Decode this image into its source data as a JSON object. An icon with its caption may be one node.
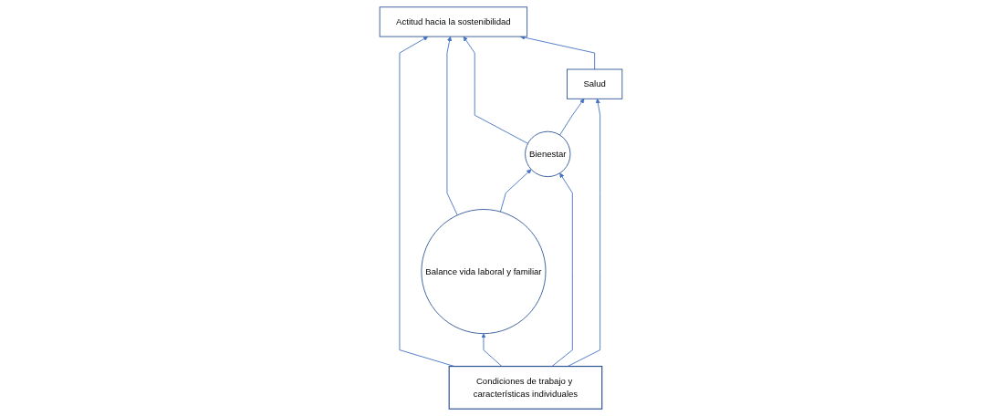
{
  "diagram": {
    "nodes": [
      {
        "text": [
          "Actitud hacia la sostenibilidad"
        ]
      },
      {
        "text": [
          "Balance vida laboral y familiar"
        ]
      },
      {
        "text": [
          "Bienestar"
        ]
      },
      {
        "text": [
          "Salud"
        ]
      },
      {
        "text": [
          "Condiciones de trabajo y características individuales"
        ]
      }
    ],
    "edges": [
      {
        "from": 4,
        "to": 0,
        "arrow": "to"
      },
      {
        "from": 1,
        "to": 0,
        "arrow": "to"
      },
      {
        "from": 2,
        "to": 0,
        "arrow": "to"
      },
      {
        "from": 3,
        "to": 0,
        "arrow": "to"
      },
      {
        "from": 1,
        "to": 2,
        "arrow": "to"
      },
      {
        "from": 2,
        "to": 3,
        "arrow": "to"
      },
      {
        "from": 4,
        "to": 1,
        "arrow": "to"
      },
      {
        "from": 4,
        "to": 2,
        "arrow": "to"
      },
      {
        "from": 4,
        "to": 3,
        "arrow": "to"
      }
    ]
  }
}
